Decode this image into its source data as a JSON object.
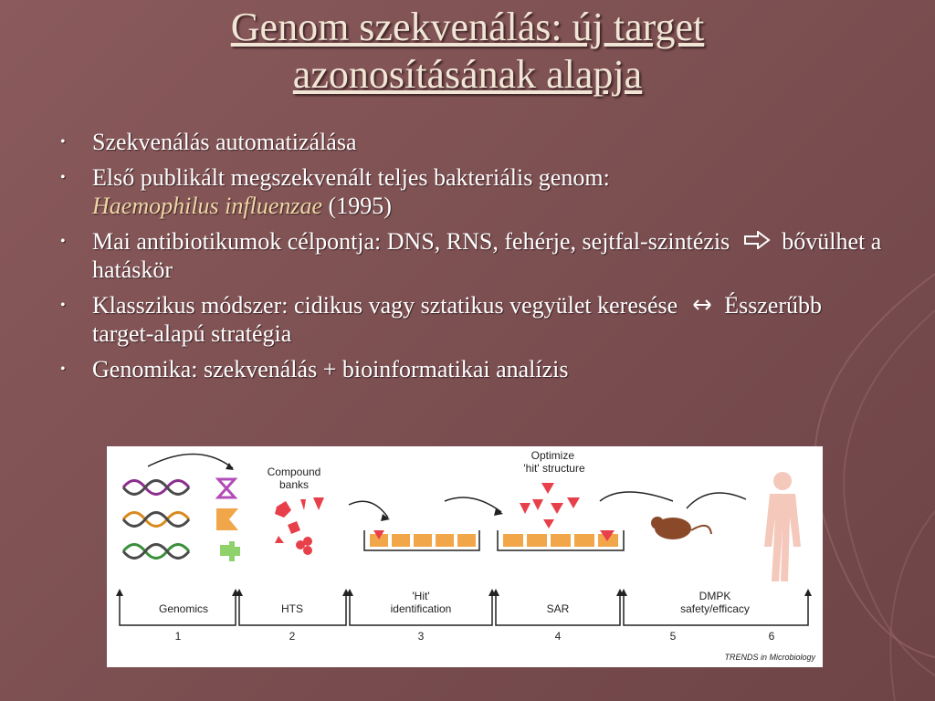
{
  "title": {
    "line1": "Genom szekvenálás: új target",
    "line2": "azonosításának alapja"
  },
  "bullets": [
    {
      "text": "Szekvenálás automatizálása"
    },
    {
      "prefix": "Első publikált megszekvenált teljes bakteriális genom:",
      "species": "Haemophilus influenzae",
      "suffix": "(1995)"
    },
    {
      "before": "Mai antibiotikumok célpontja: DNS, RNS, fehérje, sejtfal-szintézis",
      "arrow_icon": "hollow-right-arrow",
      "after": "bővülhet a hatáskör"
    },
    {
      "before": "Klasszikus módszer: cidikus vagy sztatikus vegyület keresése",
      "arrow_icon": "left-right-arrow",
      "after": "Ésszerűbb target-alapú stratégia"
    },
    {
      "text": "Genomika: szekvenálás + bioinformatikai analízis"
    }
  ],
  "figure": {
    "compound_banks": "Compound\nbanks",
    "optimize_line1": "Optimize",
    "optimize_line2": "'hit' structure",
    "stages": [
      {
        "label": "Genomics",
        "number": "1"
      },
      {
        "label": "HTS",
        "number": "2"
      },
      {
        "label_line1": "'Hit'",
        "label_line2": "identification",
        "number": "3"
      },
      {
        "label": "SAR",
        "number": "4"
      },
      {
        "label_line1": "DMPK",
        "label_line2": "safety/efficacy",
        "number": "5"
      },
      {
        "number": "6"
      }
    ],
    "credit": "TRENDS in Microbiology"
  },
  "colors": {
    "background": "#7d5052",
    "title": "#f1e6d6",
    "species": "#efd7a7",
    "dna_purple": "#8b2f8f",
    "dna_orange": "#d98a1e",
    "dna_green": "#3a8f3a",
    "compound_red": "#e8404a",
    "well_orange": "#f2a64a",
    "mouse_brown": "#8a4a2a",
    "human_pink": "#f5c8bc"
  }
}
